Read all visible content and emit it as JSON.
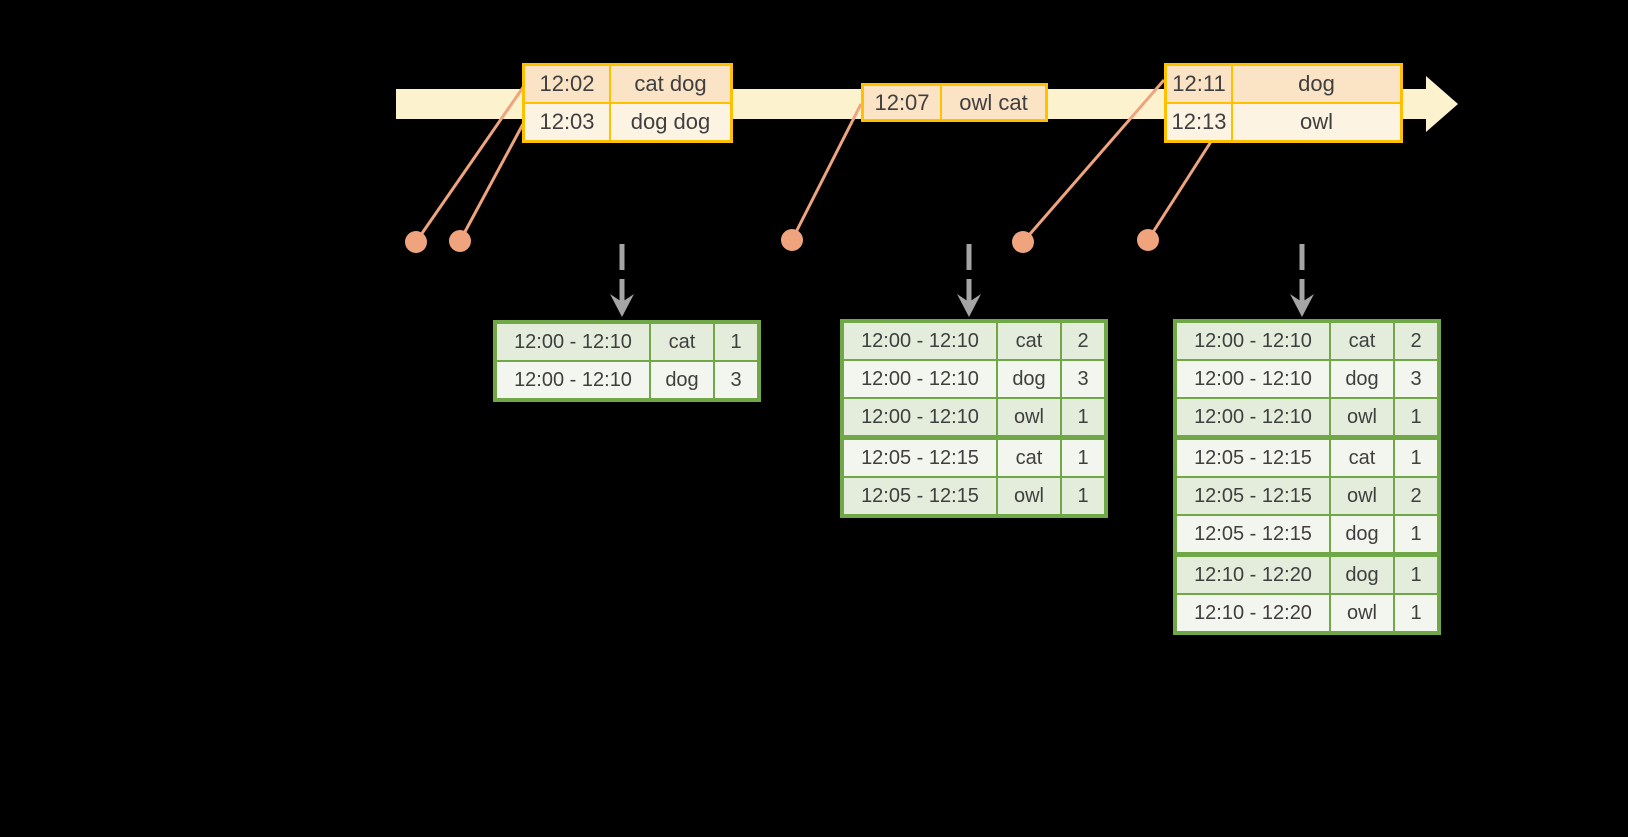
{
  "colors": {
    "background": "#000000",
    "timeline_fill": "#FCF2CD",
    "event_border": "#FFC000",
    "event_row_dark": "#FBE4C6",
    "event_row_light": "#FDF3E3",
    "connector": "#EFA47E",
    "arrow_gray": "#A5A5A5",
    "result_border": "#70A847",
    "result_row_dark": "#E4ECDB",
    "result_row_light": "#F3F6EE",
    "text": "#3F3F3F"
  },
  "icons": {
    "timeline_arrowhead": "right-arrowhead",
    "trigger_arrow": "dashed-down-arrow"
  },
  "event_tables": [
    {
      "rows": [
        {
          "time": "12:02",
          "words": "cat dog"
        },
        {
          "time": "12:03",
          "words": "dog dog"
        }
      ]
    },
    {
      "rows": [
        {
          "time": "12:07",
          "words": "owl cat"
        }
      ]
    },
    {
      "rows": [
        {
          "time": "12:11",
          "words": "dog"
        },
        {
          "time": "12:13",
          "words": "owl"
        }
      ]
    }
  ],
  "result_tables": [
    {
      "rows": [
        {
          "window": "12:00 - 12:10",
          "word": "cat",
          "count": "1"
        },
        {
          "window": "12:00 - 12:10",
          "word": "dog",
          "count": "3"
        }
      ]
    },
    {
      "rows": [
        {
          "window": "12:00 - 12:10",
          "word": "cat",
          "count": "2"
        },
        {
          "window": "12:00 - 12:10",
          "word": "dog",
          "count": "3"
        },
        {
          "window": "12:00 - 12:10",
          "word": "owl",
          "count": "1"
        },
        {
          "window": "12:05 - 12:15",
          "word": "cat",
          "count": "1"
        },
        {
          "window": "12:05 - 12:15",
          "word": "owl",
          "count": "1"
        }
      ]
    },
    {
      "rows": [
        {
          "window": "12:00 - 12:10",
          "word": "cat",
          "count": "2"
        },
        {
          "window": "12:00 - 12:10",
          "word": "dog",
          "count": "3"
        },
        {
          "window": "12:00 - 12:10",
          "word": "owl",
          "count": "1"
        },
        {
          "window": "12:05 - 12:15",
          "word": "cat",
          "count": "1"
        },
        {
          "window": "12:05 - 12:15",
          "word": "owl",
          "count": "2"
        },
        {
          "window": "12:05 - 12:15",
          "word": "dog",
          "count": "1"
        },
        {
          "window": "12:10 - 12:20",
          "word": "dog",
          "count": "1"
        },
        {
          "window": "12:10 - 12:20",
          "word": "owl",
          "count": "1"
        }
      ]
    }
  ]
}
